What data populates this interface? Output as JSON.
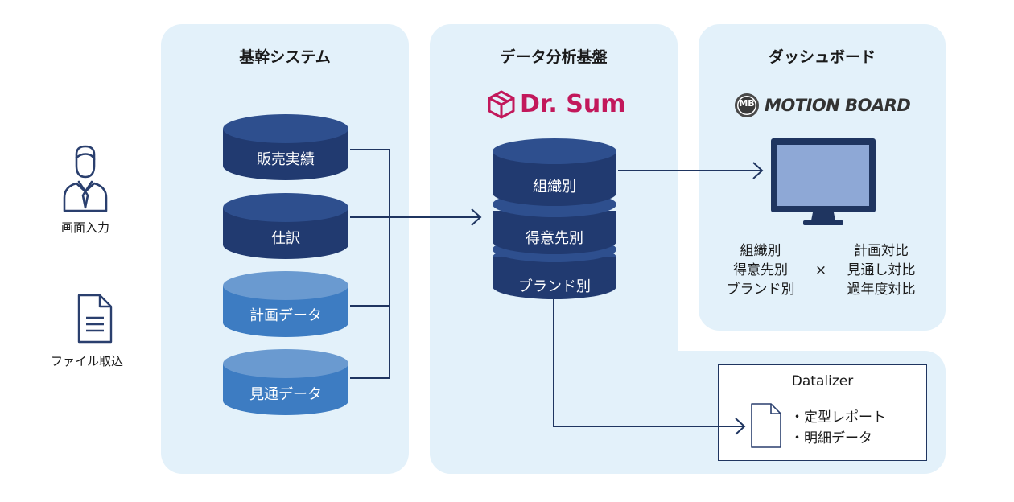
{
  "left_sources": {
    "screen_input_label": "画面入力",
    "file_import_label": "ファイル取込"
  },
  "core_system": {
    "title": "基幹システム",
    "databases": [
      "販売実績",
      "仕訳",
      "計画データ",
      "見通データ"
    ]
  },
  "data_platform": {
    "title": "データ分析基盤",
    "brand_name": "Dr. Sum",
    "stack_layers": [
      "組織別",
      "得意先別",
      "ブランド別"
    ]
  },
  "dashboard": {
    "title": "ダッシュボード",
    "brand_name": "MOTION BOARD",
    "brand_badge": "MB",
    "dimensions": [
      "組織別",
      "得意先別",
      "ブランド別"
    ],
    "times_symbol": "×",
    "comparisons": [
      "計画対比",
      "見通し対比",
      "過年度対比"
    ]
  },
  "datalizer": {
    "title": "Datalizer",
    "items": [
      "・定型レポート",
      "・明細データ"
    ]
  },
  "colors": {
    "panel_bg": "#e3f1fa",
    "db_dark": "#213a70",
    "db_light": "#3d7cc2",
    "connector": "#1f3560",
    "drsum_brand": "#c2185b",
    "motionboard_brand": "#333333"
  }
}
